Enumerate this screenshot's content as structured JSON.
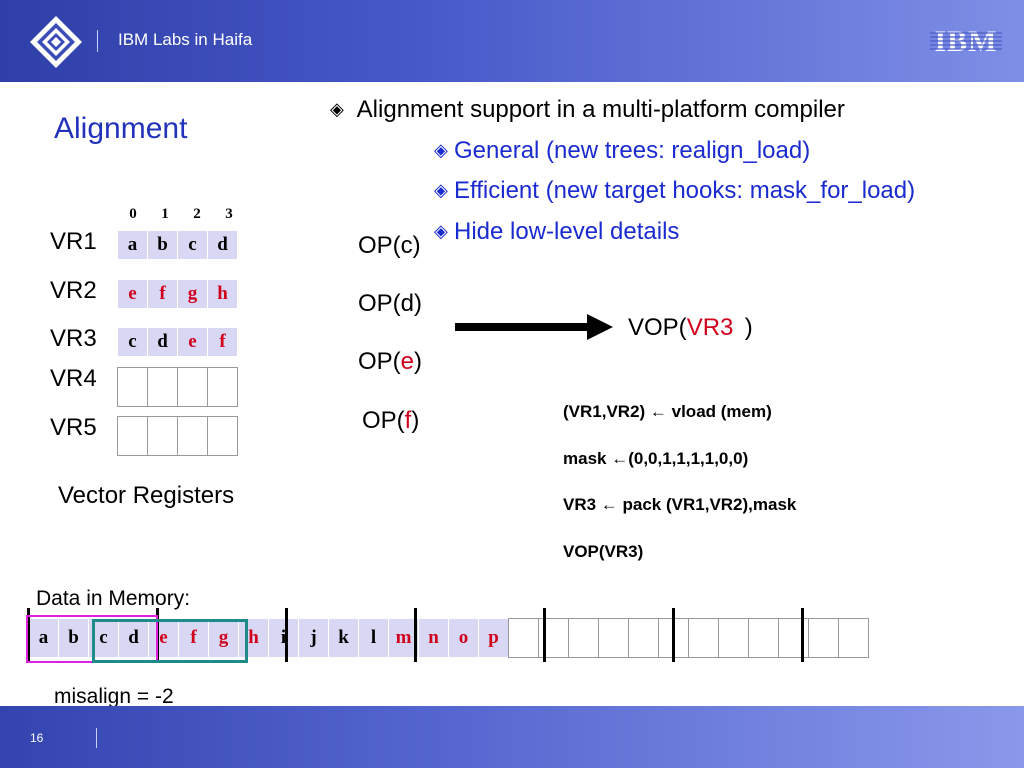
{
  "header": {
    "title": "IBM Labs in Haifa",
    "brand": "IBM"
  },
  "footer": {
    "page_number": "16"
  },
  "slide": {
    "title": "Alignment"
  },
  "bullets": {
    "main": "Alignment support in a multi-platform compiler",
    "sub": [
      "General (new trees: realign_load)",
      "Efficient (new target hooks: mask_for_load)",
      "Hide low-level details"
    ]
  },
  "registers": {
    "indices": [
      "0",
      "1",
      "2",
      "3"
    ],
    "rows": [
      {
        "label": "VR1",
        "cells": [
          "a",
          "b",
          "c",
          "d"
        ],
        "red": [
          false,
          false,
          false,
          false
        ]
      },
      {
        "label": "VR2",
        "cells": [
          "e",
          "f",
          "g",
          "h"
        ],
        "red": [
          true,
          true,
          true,
          true
        ]
      },
      {
        "label": "VR3",
        "cells": [
          "c",
          "d",
          "e",
          "f"
        ],
        "red": [
          false,
          false,
          true,
          true
        ]
      },
      {
        "label": "VR4",
        "cells": [
          "",
          "",
          "",
          ""
        ],
        "red": [
          false,
          false,
          false,
          false
        ]
      },
      {
        "label": "VR5",
        "cells": [
          "",
          "",
          "",
          ""
        ],
        "red": [
          false,
          false,
          false,
          false
        ]
      }
    ],
    "caption": "Vector Registers"
  },
  "ops": {
    "prefix": "OP(",
    "suffix": ")",
    "args": [
      "c",
      "d",
      "e",
      "f"
    ],
    "red": [
      false,
      false,
      true,
      true
    ]
  },
  "vop": {
    "prefix": "VOP(",
    "arg": "VR3",
    "suffix": ")"
  },
  "code_lines": [
    "(VR1,VR2) ← vload (mem)",
    "mask ←(0,0,1,1,1,1,0,0)",
    "VR3 ← pack (VR1,VR2),mask",
    "VOP(VR3)"
  ],
  "memory": {
    "label": "Data in Memory:",
    "cells": [
      "a",
      "b",
      "c",
      "d",
      "e",
      "f",
      "g",
      "h",
      "i",
      "j",
      "k",
      "l",
      "m",
      "n",
      "o",
      "p",
      "",
      "",
      "",
      "",
      "",
      "",
      "",
      "",
      "",
      "",
      "",
      ""
    ],
    "red": [
      false,
      false,
      false,
      false,
      true,
      true,
      true,
      true,
      false,
      false,
      false,
      false,
      true,
      true,
      true,
      true,
      false,
      false,
      false,
      false,
      false,
      false,
      false,
      false,
      false,
      false,
      false,
      false
    ],
    "misalign": "misalign = -2"
  },
  "colors": {
    "title_blue": "#2233bb",
    "highlight_red": "#d0001c",
    "cell_fill": "#d8d8f4",
    "box_magenta": "#e020e0",
    "box_teal": "#1f8a8a"
  }
}
